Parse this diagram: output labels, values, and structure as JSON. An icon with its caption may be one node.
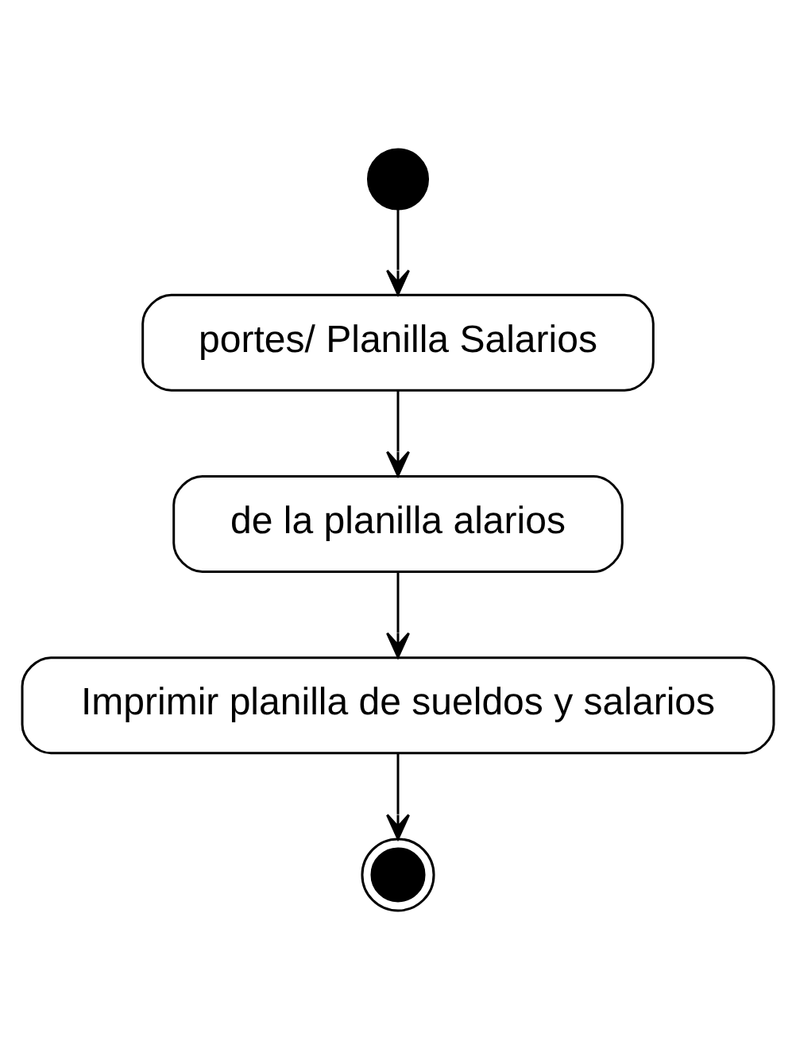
{
  "diagram": {
    "nodes": [
      {
        "text": [],
        "shape": "circle"
      },
      {
        "text": [
          "portes/ Planilla Salarios"
        ]
      },
      {
        "text": [
          "de la planilla alarios"
        ]
      },
      {
        "text": [
          "Imprimir planilla de sueldos y salarios"
        ]
      },
      {
        "text": [],
        "shape": "bullseye"
      }
    ],
    "edges": [
      {
        "from": 0,
        "to": 1,
        "arrow": "to"
      },
      {
        "from": 1,
        "to": 2,
        "arrow": "to"
      },
      {
        "from": 2,
        "to": 3,
        "arrow": "to"
      },
      {
        "from": 3,
        "to": 4,
        "arrow": "to"
      }
    ]
  }
}
